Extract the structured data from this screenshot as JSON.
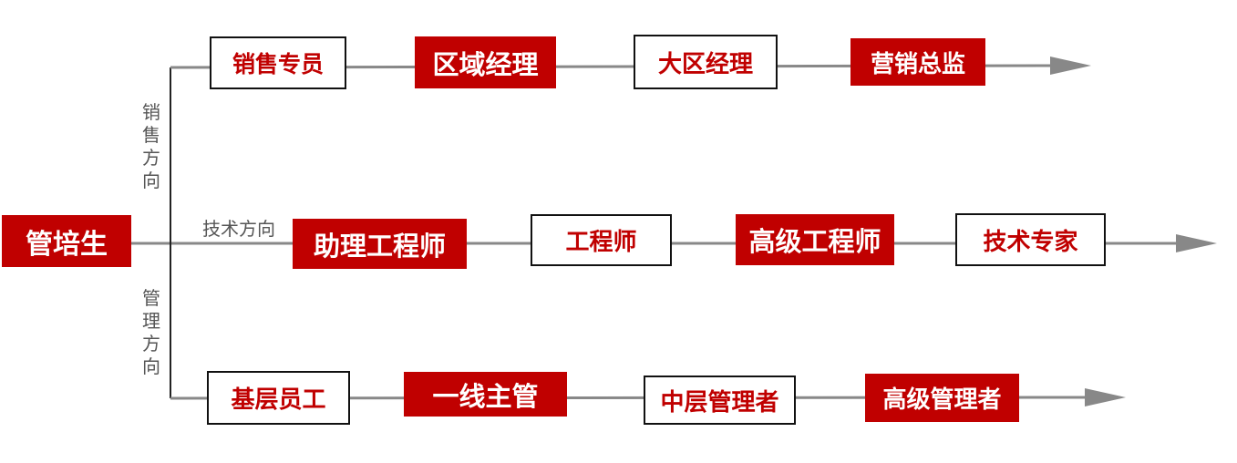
{
  "root": "管培生",
  "branches": {
    "sales": {
      "label_chars": [
        "销",
        "售",
        "方",
        "向"
      ],
      "nodes": [
        "销售专员",
        "区域经理",
        "大区经理",
        "营销总监"
      ]
    },
    "tech": {
      "label": "技术方向",
      "nodes": [
        "助理工程师",
        "工程师",
        "高级工程师",
        "技术专家"
      ]
    },
    "management": {
      "label_chars": [
        "管",
        "理",
        "方",
        "向"
      ],
      "nodes": [
        "基层员工",
        "一线主管",
        "中层管理者",
        "高级管理者"
      ]
    }
  },
  "colors": {
    "accent": "#c00000",
    "line": "#888888",
    "arrow": "#888888",
    "box_border": "#111111",
    "label_text": "#555555"
  }
}
